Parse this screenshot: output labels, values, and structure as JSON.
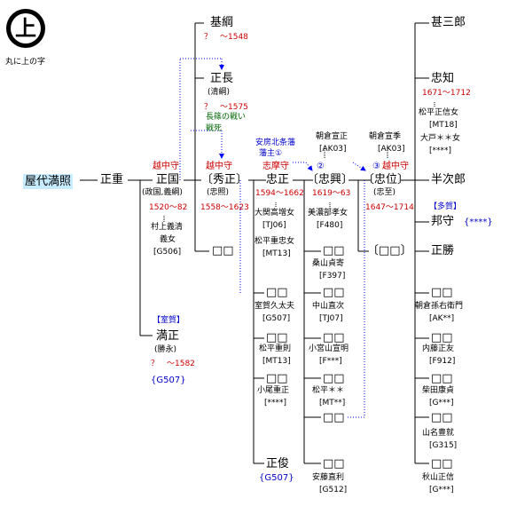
{
  "crest": {
    "glyph": "上",
    "caption": "丸に上の字"
  },
  "people": {
    "yashiro_mitsuteru": "屋代満照",
    "masashige": "正重",
    "masakuni": {
      "name": "正国",
      "title": "越中守",
      "alias": "(政国,義綱)",
      "years": "1520〜82",
      "spouse": "村上義清",
      "spouse2": "義女",
      "code": "[G506]"
    },
    "michimasa": {
      "name": "満正",
      "clan": "【室賀】",
      "alias": "(勝永)",
      "years": "？　〜1582",
      "code": "{G507}"
    },
    "mototsuna": {
      "name": "基綱",
      "years": "？　〜1548"
    },
    "masanaga": {
      "name": "正長",
      "alias": "(清綱)",
      "years": "？　〜1575",
      "battle": "長篠の戦い",
      "death": "戦死"
    },
    "hidemasa": {
      "name": "〔秀正〕",
      "title": "越中守",
      "alias": "(忠照)",
      "years": "1558〜1623"
    },
    "hidemasa_son": "□□",
    "tadamasa": {
      "name": "忠正",
      "title": "志摩守",
      "years": "1594〜1662",
      "note": "安房北条藩",
      "note2": "藩主①"
    },
    "tadamasa_wives": [
      {
        "name": "大関高増女",
        "code": "[TJ06]"
      },
      {
        "name": "松平重忠女",
        "code": "[MT13]"
      }
    ],
    "tadamasa_children": [
      {
        "name": "□□",
        "spouse": "室賀久太夫",
        "code": "[G507]"
      },
      {
        "name": "□□",
        "spouse": "松平重則",
        "code": "[MT13]"
      },
      {
        "name": "□□",
        "spouse": "小尾重正",
        "code": "[****]"
      }
    ],
    "masatoshi": {
      "name": "正俊",
      "code": "{G507}"
    },
    "tadaoki": {
      "name": "〔忠興〕",
      "num": "②",
      "years": "1619〜63",
      "spouse_father": "朝倉宣正",
      "code": "[AK03]",
      "wife": "美濃部孝女",
      "wife_code": "[F480]"
    },
    "tadaoki_children": [
      {
        "name": "□□",
        "spouse": "桑山貞寄",
        "code": "[F397]"
      },
      {
        "name": "□□",
        "spouse": "中山直次",
        "code": "[TJ07]"
      },
      {
        "name": "□□",
        "spouse": "小宮山宣明",
        "code": "[F***]"
      },
      {
        "name": "□□",
        "spouse": "松平＊＊",
        "code": "[MT**]"
      },
      {
        "name": "□□",
        "spouse": "",
        "code": ""
      },
      {
        "name": "□□",
        "spouse": "安藤直利",
        "code": "[G512]"
      }
    ],
    "tadasue": {
      "name": "〔忠位〕",
      "num": "③",
      "title": "越中守",
      "alias": "(忠至)",
      "years": "1647〜1714",
      "spouse_father": "朝倉宣季",
      "code": "[AK03]"
    },
    "tadasue_child": "〔□□〕",
    "right": [
      {
        "name": "甚三郎"
      },
      {
        "name": "忠知",
        "years": "1671〜1712",
        "spouse": "松平正信女",
        "code": "[MT18]",
        "spouse2": "大戸＊＊女",
        "code2": "[****]"
      },
      {
        "name": "半次郎"
      },
      {
        "name": "邦守",
        "clan": "【多賀】",
        "code": "{****}"
      },
      {
        "name": "正勝"
      },
      {
        "name": "□□",
        "spouse": "朝倉孫右衛門",
        "code": "[AK**]"
      },
      {
        "name": "□□",
        "spouse": "内藤正友",
        "code": "[F912]"
      },
      {
        "name": "□□",
        "spouse": "柴田康貞",
        "code": "[G***]"
      },
      {
        "name": "□□",
        "spouse": "山名豊就",
        "code": "[G315]"
      },
      {
        "name": "□□",
        "spouse": "秋山正信",
        "code": "[G***]"
      }
    ]
  }
}
